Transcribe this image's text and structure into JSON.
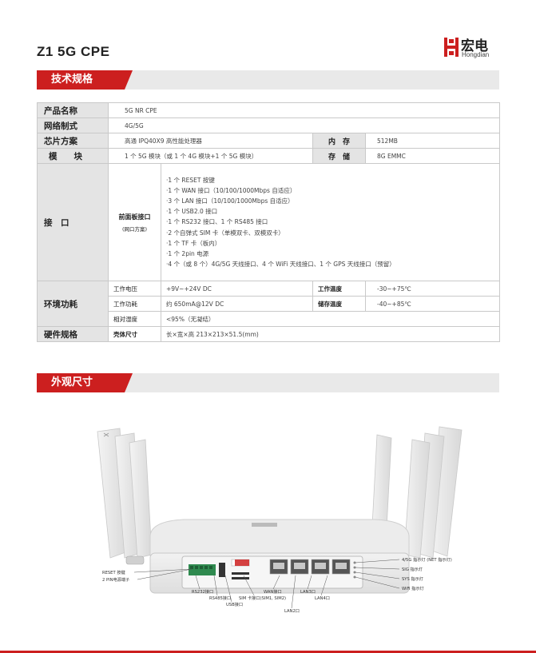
{
  "header": {
    "title": "Z1  5G CPE",
    "logo_cn": "宏电",
    "logo_en": "Hongdian"
  },
  "sections": {
    "specs": "技术规格",
    "appearance": "外观尺寸"
  },
  "spec": {
    "product_name": {
      "label": "产品名称",
      "value": "5G NR CPE"
    },
    "network": {
      "label": "网络制式",
      "value": "4G/5G"
    },
    "chip": {
      "label": "芯片方案",
      "value": "高通 IPQ40X9 高性能处理器",
      "mem_label": "内　存",
      "mem_value": "512MB"
    },
    "module": {
      "label": "模　　块",
      "value": "1 个 5G 模块（或 1 个 4G 模块+1 个 5G 模块）",
      "storage_label": "存　储",
      "storage_value": "8G EMMC"
    },
    "interface": {
      "label": "接　口",
      "sub_label": "前面板接口",
      "sub_note": "(网口方案)",
      "items": [
        "·1 个 RESET 按键",
        "·1 个 WAN 接口（10/100/1000Mbps 自适应）",
        "·3 个 LAN 接口（10/100/1000Mbps 自适应）",
        "·1 个 USB2.0 接口",
        "·1 个 RS232 接口、1 个 RS485 接口",
        "·2 个自弹式 SIM 卡（单模双卡、双模双卡）",
        "·1 个 TF 卡（板内）",
        "·1 个 2pin 电源",
        "·4 个（或 8 个）4G/5G 天线接口、4 个 WiFi 天线接口、1 个 GPS 天线接口（预留）"
      ]
    },
    "env": {
      "label": "环境功耗",
      "voltage_label": "工作电压",
      "voltage_value": "+9V~+24V DC",
      "work_temp_label": "工作温度",
      "work_temp_value": "-30~+75℃",
      "power_label": "工作功耗",
      "power_value": "约 650mA@12V DC",
      "store_temp_label": "储存温度",
      "store_temp_value": "-40~+85℃",
      "humidity_label": "相对湿度",
      "humidity_value": "<95%（无凝结）"
    },
    "hardware": {
      "label": "硬件规格",
      "shell_label": "壳体尺寸",
      "shell_value": "长×宽×高 213×213×51.5(mm)"
    }
  },
  "callouts": {
    "reset": "RESET 按键",
    "power": "2 PIN电源端子",
    "rs232": "RS232接口",
    "rs485": "RS485接口",
    "usb": "USB接口",
    "sim": "SIM 卡接口(SIM1, SIM2)",
    "wan": "WAN接口",
    "lan3": "LAN3口",
    "lan2": "LAN2口",
    "lan4": "LAN4口",
    "led_net": "4/5G 指示灯 (NET 指示灯)",
    "led_sig": "SIG 指示灯",
    "led_sys": "SYS 指示灯",
    "led_wifi": "WiFi 指示灯"
  },
  "colors": {
    "accent": "#cc1f1f",
    "header_bg": "#e4e4e4"
  }
}
